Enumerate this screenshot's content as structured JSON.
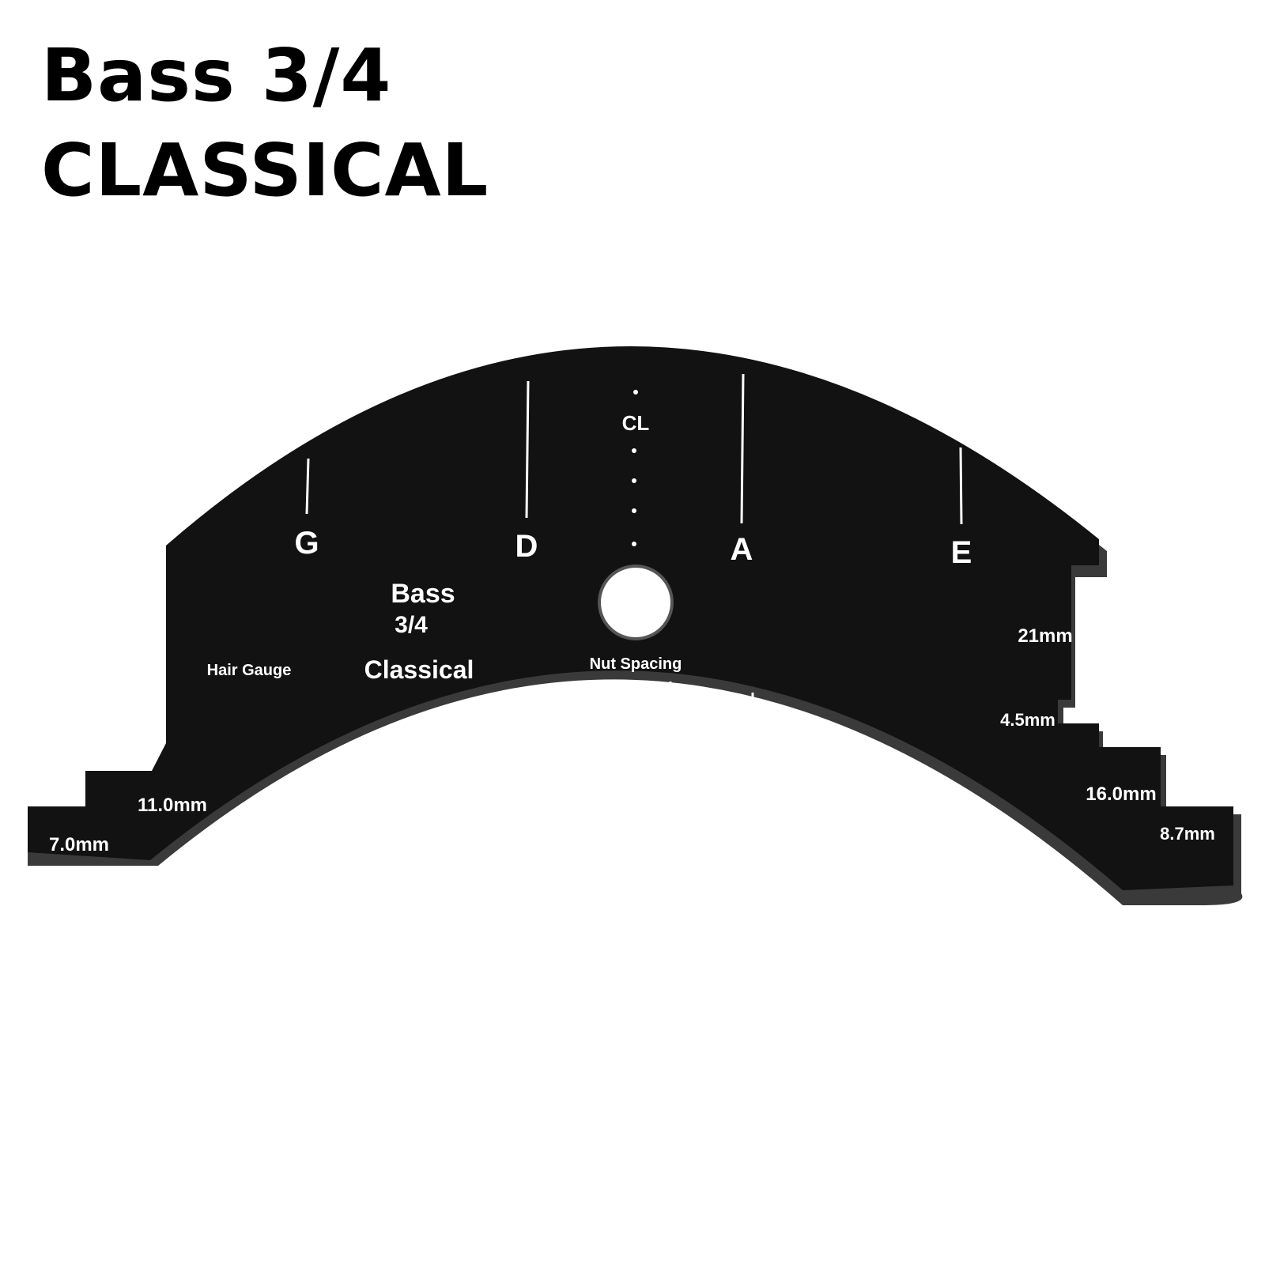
{
  "heading": {
    "line1": "Bass 3/4",
    "line2": "CLASSICAL"
  },
  "template": {
    "strings": [
      "G",
      "D",
      "A",
      "E"
    ],
    "centerline_label": "CL",
    "model": {
      "name": "Bass",
      "size": "3/4",
      "style": "Classical"
    },
    "hair_gauge_label": "Hair Gauge",
    "nut_spacing_label": "Nut Spacing",
    "left_measurements": [
      "11.0mm",
      "7.0mm"
    ],
    "right_measurements": [
      "21mm",
      "4.5mm",
      "16.0mm",
      "8.7mm"
    ],
    "colors": {
      "body": "#121212",
      "edge": "#3a3a3a",
      "marking": "#ffffff",
      "background": "#ffffff"
    }
  }
}
